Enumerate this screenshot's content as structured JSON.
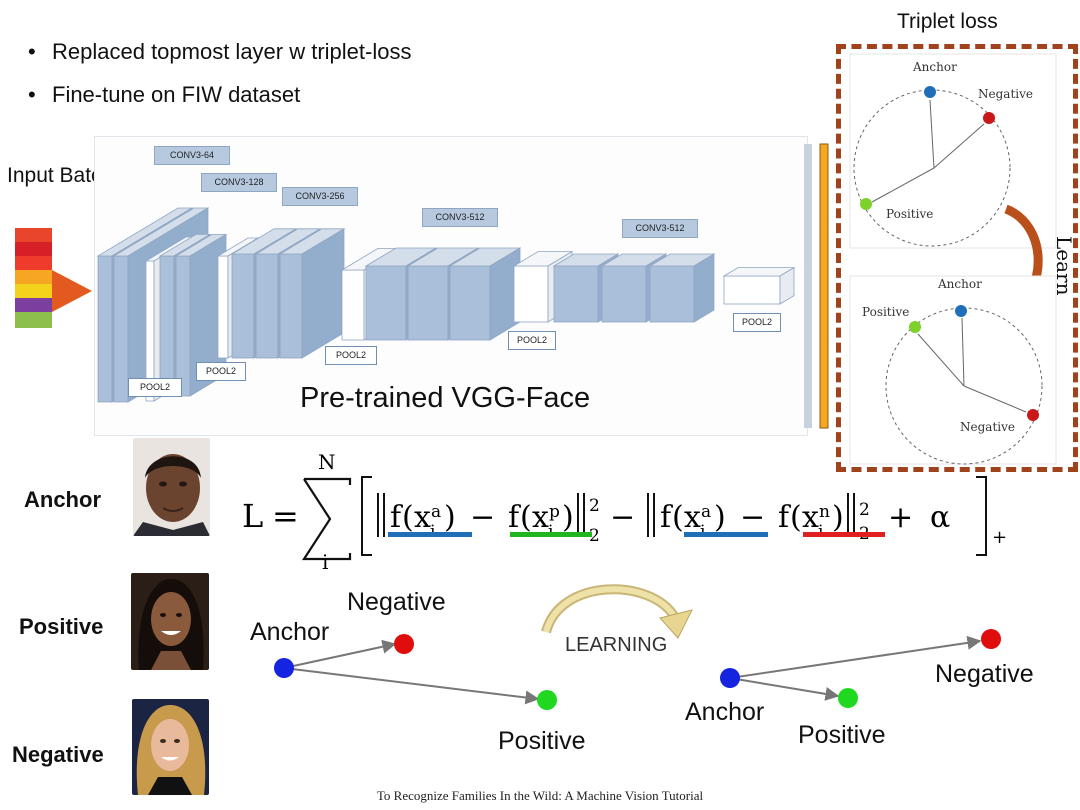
{
  "bullets": [
    "Replaced topmost layer w triplet-loss",
    "Fine-tune on FIW dataset"
  ],
  "input_label": "Input Batch",
  "network": {
    "title": "Pre-trained VGG-Face",
    "conv_labels": [
      "CONV3-64",
      "CONV3-128",
      "CONV3-256",
      "CONV3-512",
      "CONV3-512"
    ],
    "pool_label": "POOL2"
  },
  "triplet_panel": {
    "title": "Triplet loss",
    "learn": "Learn",
    "top": {
      "anchor": "Anchor",
      "negative": "Negative",
      "positive": "Positive"
    },
    "bottom": {
      "anchor": "Anchor",
      "positive": "Positive",
      "negative": "Negative"
    }
  },
  "rows": {
    "anchor": "Anchor",
    "positive": "Positive",
    "negative": "Negative"
  },
  "formula": {
    "lhs": "L",
    "eq": "=",
    "sum_top": "N",
    "sum_bottom": "i",
    "alpha": "α",
    "sub_plus": "+",
    "norm_sub": "2",
    "norm_sup": "2",
    "fn": "f",
    "var": "x",
    "idx": "i",
    "a": "a",
    "p": "p",
    "n": "n",
    "colors": {
      "anchor": "#1f6fb8",
      "positive": "#22b522",
      "negative": "#e02020"
    }
  },
  "bottom_diagram": {
    "left": {
      "anchor": "Anchor",
      "negative": "Negative",
      "positive": "Positive"
    },
    "learning": "LEARNING",
    "right": {
      "anchor": "Anchor",
      "negative": "Negative",
      "positive": "Positive"
    }
  },
  "colors": {
    "anchor": "#1424e0",
    "negative": "#e00d0d",
    "positive": "#20d820",
    "brown": "#a0431c"
  },
  "footer": "To Recognize Families In the Wild: A Machine Vision Tutorial"
}
